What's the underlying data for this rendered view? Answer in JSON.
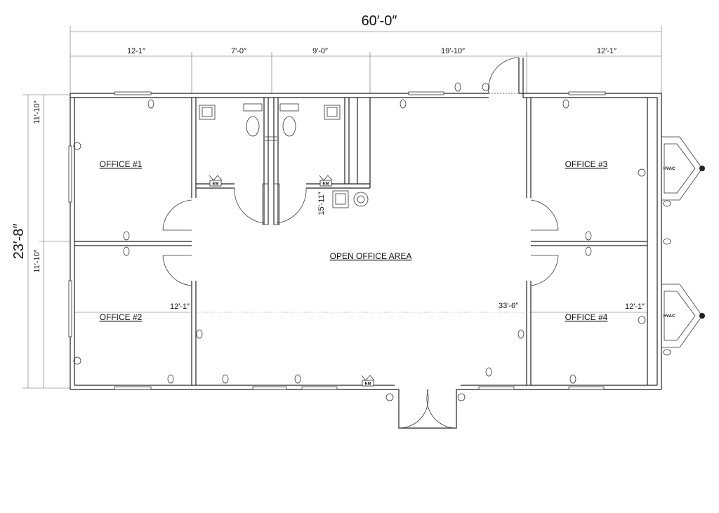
{
  "dimensions": {
    "overall_width": "60′-0″",
    "overall_depth": "23′-8″",
    "seg_1": "12-1″",
    "seg_2": "7′-0″",
    "seg_3": "9′-0″",
    "seg_4": "19′-10″",
    "seg_5": "12′-1″",
    "left_upper": "11′-10″",
    "left_lower": "11′-10″",
    "restroom_depth": "15′-11″",
    "office2_width": "12′-1″",
    "open_width": "33′-6″",
    "office4_width": "12′-1″"
  },
  "rooms": {
    "office_1": "OFFICE #1",
    "office_2": "OFFICE #2",
    "office_3": "OFFICE #3",
    "office_4": "OFFICE #4",
    "open_area": "OPEN OFFICE AREA"
  },
  "symbols": {
    "em": "EM",
    "hvac": "HVAC"
  }
}
